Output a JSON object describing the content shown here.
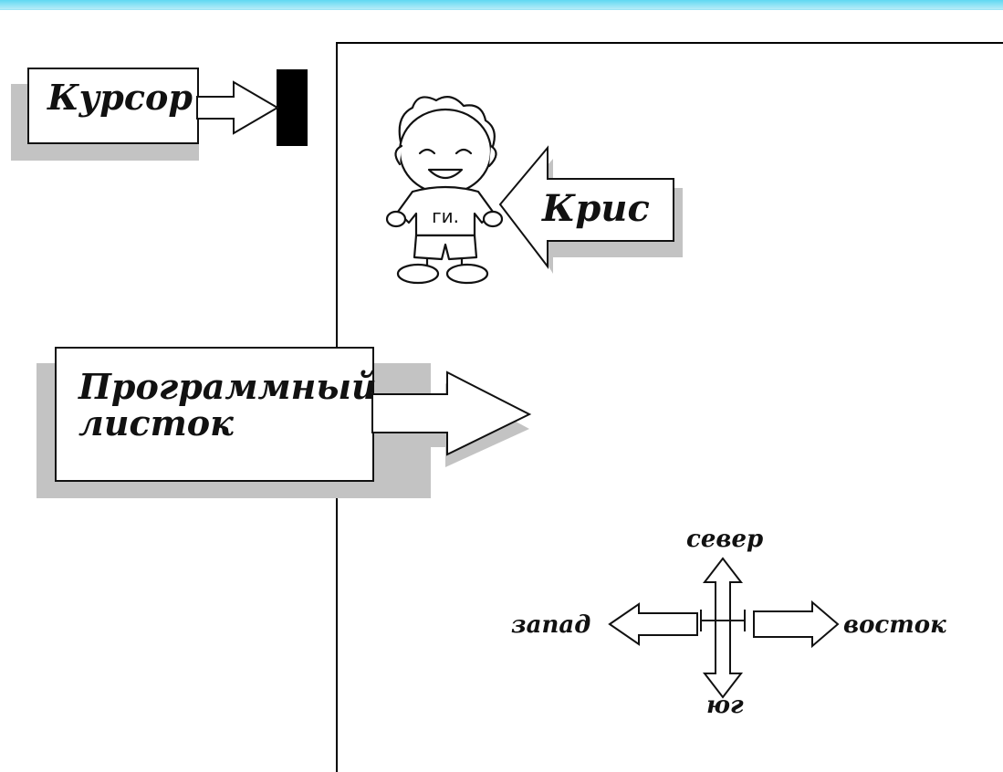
{
  "labels": {
    "cursor": "Курсор",
    "program_sheet_line1": "Программный",
    "program_sheet_line2": "листок",
    "chris": "Крис",
    "boy_shirt": "ги."
  },
  "compass": {
    "north": "север",
    "south": "юг",
    "west": "запад",
    "east": "восток"
  },
  "colors": {
    "accent_bar": "#5fd8f2",
    "shadow": "#c3c3c3",
    "ink": "#111111"
  },
  "icons": [
    "boy-figure-icon",
    "arrow-right-icon",
    "arrow-left-icon",
    "compass-icon"
  ]
}
